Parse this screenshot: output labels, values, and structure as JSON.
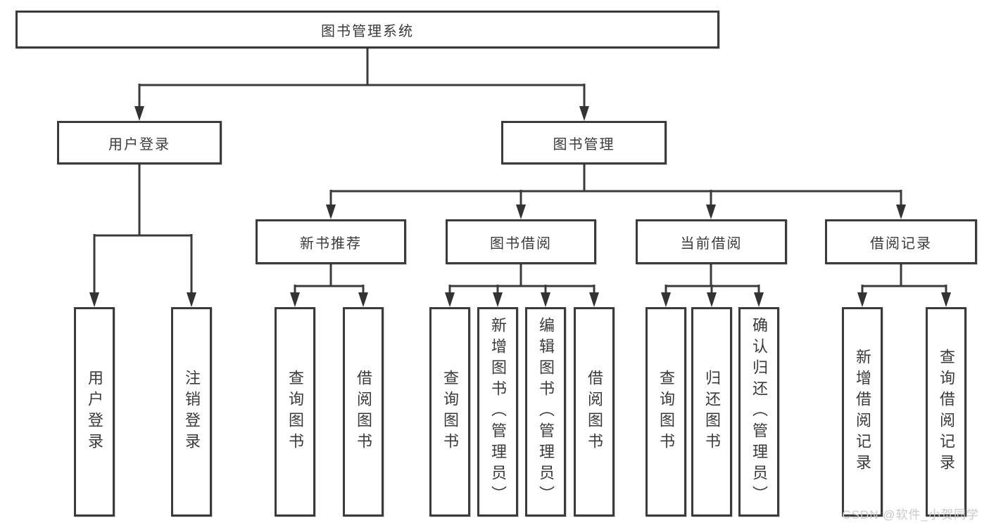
{
  "diagram": {
    "root": {
      "label": "图书管理系统"
    },
    "branches": [
      {
        "label": "用户登录",
        "children": [
          {
            "label": "用户登录"
          },
          {
            "label": "注销登录"
          }
        ]
      },
      {
        "label": "图书管理",
        "children": [
          {
            "label": "新书推荐",
            "children": [
              {
                "label": "查询图书"
              },
              {
                "label": "借阅图书"
              }
            ]
          },
          {
            "label": "图书借阅",
            "children": [
              {
                "label": "查询图书"
              },
              {
                "label": "新增图书（管理员）"
              },
              {
                "label": "编辑图书（管理员）"
              },
              {
                "label": "借阅图书"
              }
            ]
          },
          {
            "label": "当前借阅",
            "children": [
              {
                "label": "查询图书"
              },
              {
                "label": "归还图书"
              },
              {
                "label": "确认归还（管理员）"
              }
            ]
          },
          {
            "label": "借阅记录",
            "children": [
              {
                "label": "新增借阅记录"
              },
              {
                "label": "查询借阅记录"
              }
            ]
          }
        ]
      }
    ]
  },
  "watermark": "CSDN @软件_小贺同学",
  "colors": {
    "line": "#3b3b3b",
    "arrow": "#333333",
    "box_border": "#3b3b3b",
    "text": "#3a3a3a",
    "watermark": "#c9c9ce",
    "background": "#ffffff"
  }
}
